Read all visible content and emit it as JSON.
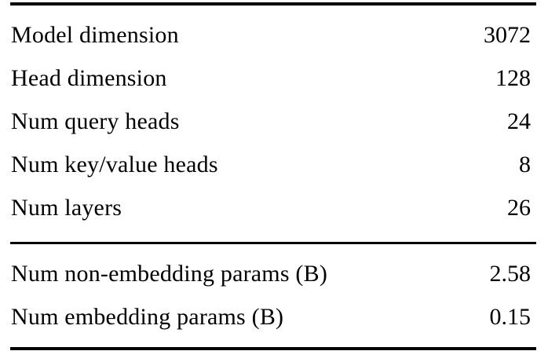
{
  "page": {
    "background": "#ffffff",
    "text_color": "#000000",
    "rule_color": "#000000"
  },
  "table": {
    "kind": "model-hyperparameters",
    "sections": [
      {
        "name": "architecture",
        "rows": [
          {
            "label": "Model dimension",
            "value": "3072"
          },
          {
            "label": "Head dimension",
            "value": "128"
          },
          {
            "label": "Num query heads",
            "value": "24"
          },
          {
            "label": "Num key/value heads",
            "value": "8"
          },
          {
            "label": "Num layers",
            "value": "26"
          }
        ]
      },
      {
        "name": "parameter-counts",
        "rows": [
          {
            "label": "Num non-embedding params (B)",
            "value": "2.58"
          },
          {
            "label": "Num embedding params (B)",
            "value": "0.15"
          }
        ]
      }
    ]
  }
}
